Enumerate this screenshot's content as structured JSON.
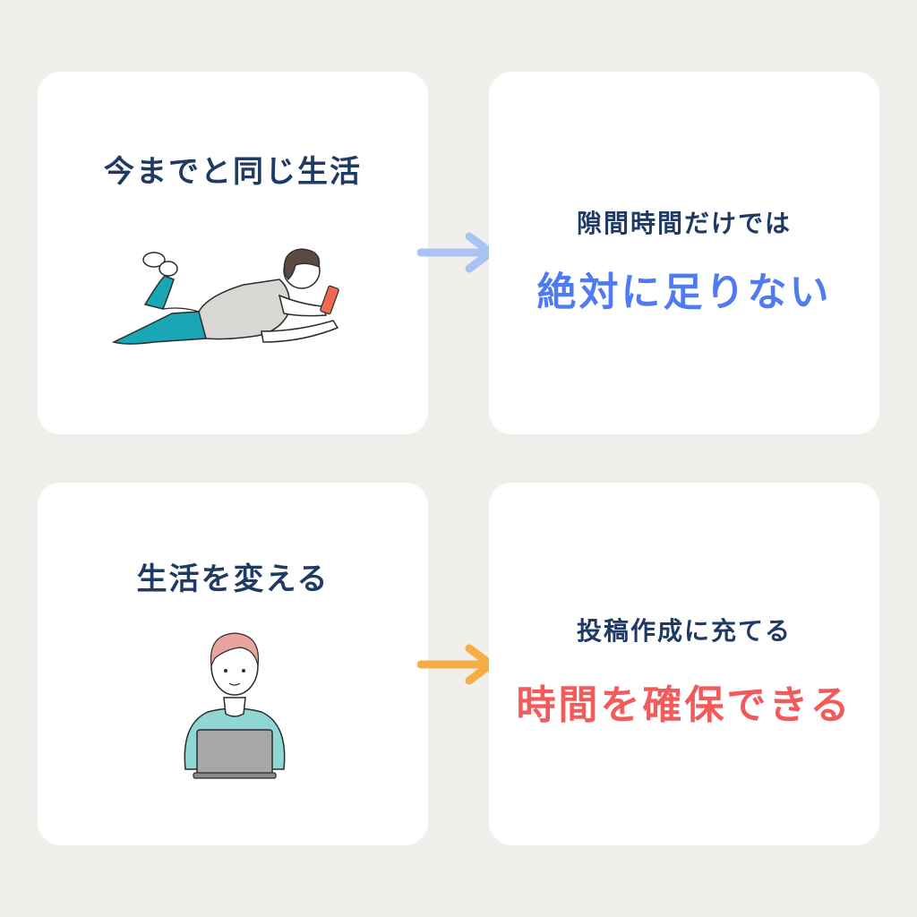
{
  "panels": {
    "top_left": {
      "title": "今までと同じ生活"
    },
    "top_right": {
      "subtitle": "隙間時間だけでは",
      "emphasis": "絶対に足りない"
    },
    "bottom_left": {
      "title": "生活を変える"
    },
    "bottom_right": {
      "subtitle": "投稿作成に充てる",
      "emphasis": "時間を確保できる"
    }
  },
  "colors": {
    "background": "#f1efec",
    "card": "#ffffff",
    "heading": "#1f3a63",
    "emphasis_blue": "#4f7bf2",
    "emphasis_red": "#f25b5b",
    "arrow_top": "#a9c4f2",
    "arrow_bottom": "#f6ad45"
  },
  "icons": {
    "top_illustration": "person-lying-with-phone-illustration",
    "bottom_illustration": "person-with-laptop-illustration",
    "top_arrow": "arrow-right-icon",
    "bottom_arrow": "arrow-right-icon"
  }
}
